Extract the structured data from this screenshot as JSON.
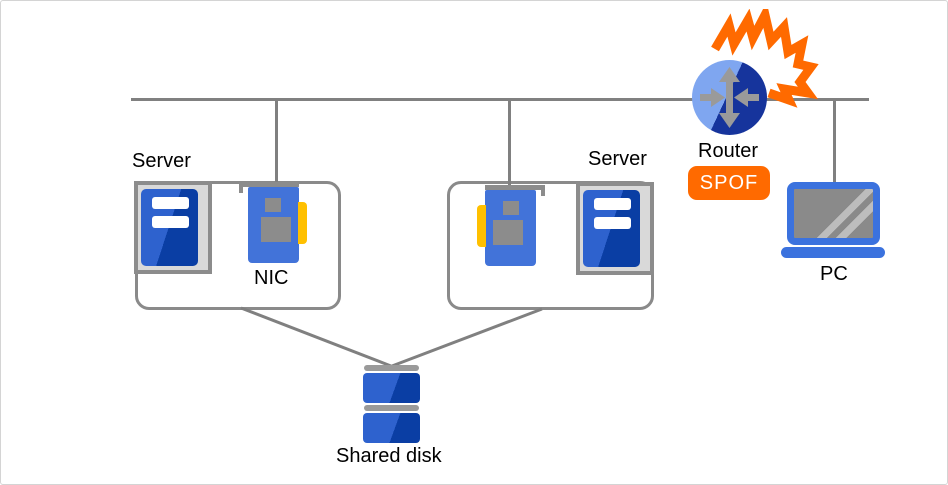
{
  "diagram": {
    "type": "network-topology",
    "labels": {
      "server_left": "Server",
      "server_right": "Server",
      "nic": "NIC",
      "router": "Router",
      "spof_badge": "SPOF",
      "pc": "PC",
      "shared_disk": "Shared disk"
    },
    "nodes": [
      {
        "id": "server-group-left",
        "label": "Server",
        "parts": [
          "server-tower",
          "nic"
        ]
      },
      {
        "id": "server-group-right",
        "label": "Server",
        "parts": [
          "nic",
          "server-tower"
        ]
      },
      {
        "id": "router",
        "label": "Router",
        "badge": "SPOF",
        "state": "failure-highlight"
      },
      {
        "id": "pc",
        "label": "PC"
      },
      {
        "id": "shared-disk",
        "label": "Shared disk"
      }
    ],
    "edges": [
      {
        "from": "network-bus",
        "to": "server-group-left"
      },
      {
        "from": "network-bus",
        "to": "server-group-right"
      },
      {
        "from": "network-bus",
        "to": "pc"
      },
      {
        "from": "network-bus",
        "to": "router"
      },
      {
        "from": "server-group-left",
        "to": "shared-disk"
      },
      {
        "from": "server-group-right",
        "to": "shared-disk"
      }
    ],
    "colors": {
      "connector_gray": "#808080",
      "box_border_gray": "#8a8a8a",
      "frame_gray_fill": "#d9d9d9",
      "chip_gray": "#8c8c8c",
      "tower_blue_light": "#2e62ce",
      "tower_blue_dark": "#0a3ea4",
      "nic_card_blue": "#4273d9",
      "nic_edge_yellow": "#ffc000",
      "router_blue_light": "#7fa6f0",
      "router_blue_dark": "#16349c",
      "alert_orange": "#ff6a00",
      "laptop_blue": "#3b72de",
      "screen_gray": "#8a8a8a"
    }
  }
}
